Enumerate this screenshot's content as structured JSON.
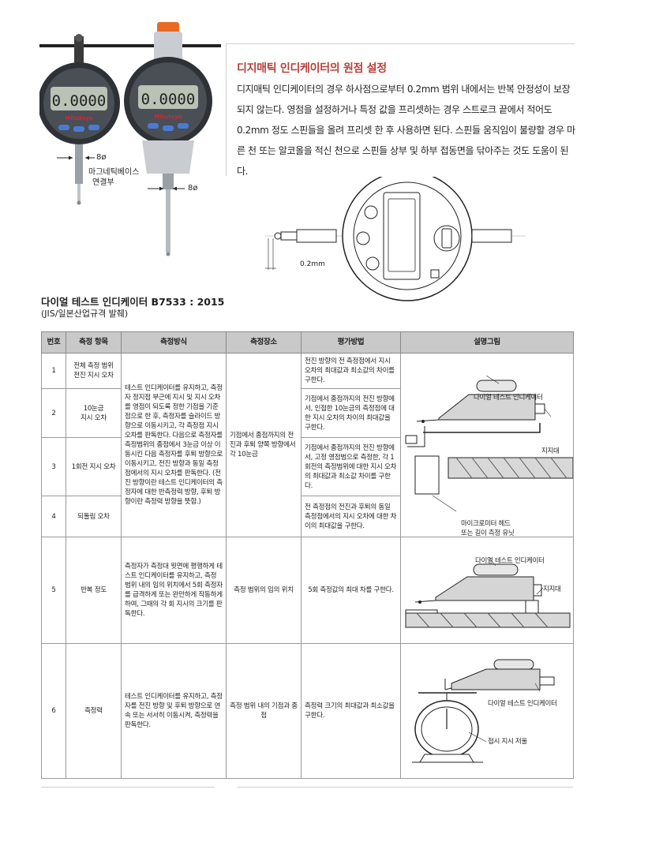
{
  "section": {
    "title": "디지매틱 인디케이터의 원점 설정",
    "paragraph": "디지매틱 인디케이터의 경우 하사점으로부터 0.2mm 범위 내에서는 반복 안정성이 보장되지 않는다. 영점을 설정하거나 특정 값을 프리셋하는 경우 스트로크 끝에서 적어도 0.2mm 정도 스핀들을 올려 프리셋 한 후 사용하면 된다. 스핀들 움직임이 불량할 경우 마른 천 또는 알코올을 적신 천으로 스핀들 상부 및 하부 접동면을 닦아주는 것도 도움이 된다."
  },
  "indicator_photo": {
    "display_value_1": "0.0000",
    "display_value_2": "0.0000",
    "brand": "Mitutoyo",
    "dim_1": "8ø",
    "dim_2": "8ø",
    "label_base": "마그네틱베이스",
    "label_base_2": "연결부"
  },
  "zero_diagram": {
    "label": "0.2mm"
  },
  "caption": {
    "title": "다이얼 테스트 인디케이터 B7533 : 2015",
    "subtitle": "(JIS/일본산업규격 발췌)"
  },
  "table": {
    "headers": [
      "번호",
      "측정 항목",
      "측정방식",
      "측정장소",
      "평가방법",
      "설명그림"
    ],
    "rows": [
      {
        "no": "1",
        "item": "전체 측정 범위\n전진 지시 오차",
        "eval": "전진 방향의 전 측정점에서 지시 오차의 최대값과 최소값의 차이를구한다."
      },
      {
        "no": "2",
        "item": "10눈금\n지시 오차",
        "eval": "기점에서 종점까지의 전진 방향에서, 인접한 10눈금의 측정점에 대한 지시 오차의 차이의 최대값을 구한다."
      },
      {
        "no": "3",
        "item": "1회전 지시 오차",
        "eval": "기점에서 종점까지의 전진 방향에서, 고정 영점범으로 측정한, 각 1회전의 측정범위에 대한 지시 오차의 최대값과 최소값 차이를 구한다."
      },
      {
        "no": "4",
        "item": "되돌림 오차",
        "eval": "전 측정점의 전진과 후퇴의 동일 측정점에서의 지시 오차에 대한 차이의 최대값을 구한다."
      },
      {
        "no": "5",
        "item": "반복 정도",
        "method": "측정자가 측정대 윗면에 평행하게 테스트 인디케이터를 유지하고, 측정 범위 내의 임의 위치에서 5회 측정자를 급격하게 또는 완만하게 작동하게 하여, 그때의 각 회 지시의 크기를 판독한다.",
        "place": "측정 범위의 임의 위치",
        "eval": "5회 측정값의 최대 차를 구한다."
      },
      {
        "no": "6",
        "item": "측정력",
        "method": "테스트 인디케이터를 유지하고, 측정자를 전진 방향 및 후퇴 방향으로 연속 또는 서서히 이동시켜, 측정력을 판독한다.",
        "place": "측정 범위 내의 기점과 종점",
        "eval": "측정력 크기의 최대값과 최소값을 구한다."
      }
    ],
    "merged_method_1_4": "테스트 인디케이터를 유지하고, 측정자 정지점 부근에 지시 및 지시 오차를 영점이 되도록 정한 기점을 기준점으로 한 후, 측정자를 슬라이드 방향으로 이동시키고, 각 측정점 지시 오차를 판독한다. 다음으로 측정자를 측정범위의 종점에서 3눈금 이상 이동시킨 다음 측정자를 후퇴 방향으로 이동시키고, 전진 방향과 동일 측정점에서의 지시 오차를 판독한다. (전진 방향이란 테스트 인디케이터의 측정자에 대한 반측정력 방향, 후퇴 방향이란 측정력 방향을 뜻함.)",
    "merged_place_1_4": "기점에서 종점까지의 전진과 후퇴 양쪽 방향에서 각 10눈금",
    "figure_labels": {
      "fig1_indicator": "다이얼 테스트 인디케이터",
      "fig1_support": "지지대",
      "fig1_head": "마이크로미터 헤드",
      "fig1_head2": "또는 길이 측정 유닛",
      "fig2_indicator": "다이얼 테스트 인디케이터",
      "fig2_support": "지지대",
      "fig3_indicator": "다이얼 테스트 인디케이터",
      "fig3_scale": "접시 지시 저울"
    }
  }
}
